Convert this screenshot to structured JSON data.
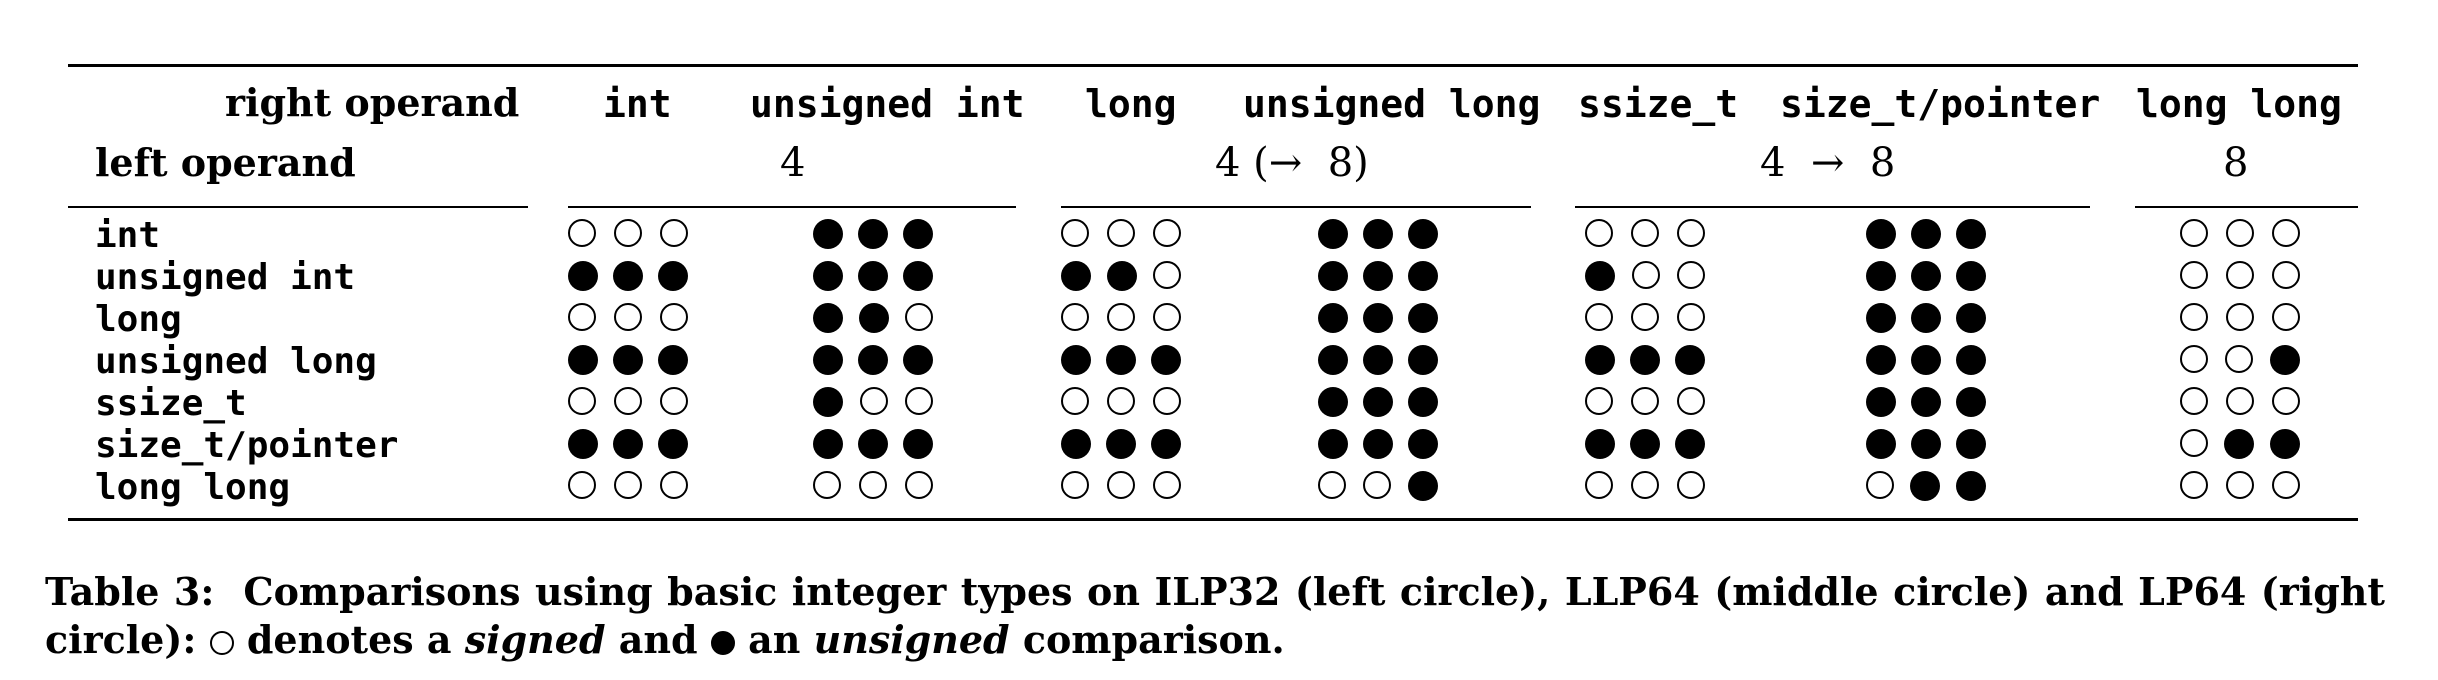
{
  "header": {
    "right_operand_label": "right operand",
    "left_operand_label": "left operand",
    "columns": [
      "int",
      "unsigned int",
      "long",
      "unsigned long",
      "ssize_t",
      "size_t/pointer",
      "long long"
    ],
    "groups": [
      {
        "size": "4",
        "columns": [
          "int",
          "unsigned int"
        ]
      },
      {
        "size": "4 (→  8)",
        "columns": [
          "long",
          "unsigned long"
        ]
      },
      {
        "size": "4  →  8",
        "columns": [
          "ssize_t",
          "size_t/pointer"
        ]
      },
      {
        "size": "8",
        "columns": [
          "long long"
        ]
      }
    ]
  },
  "legend": {
    "signed": "open circle",
    "unsigned": "filled circle"
  },
  "rows": [
    {
      "label": "int",
      "cells": [
        "ooo",
        "uuu",
        "ooo",
        "uuu",
        "ooo",
        "uuu",
        "ooo"
      ]
    },
    {
      "label": "unsigned int",
      "cells": [
        "uuu",
        "uuu",
        "uuo",
        "uuu",
        "uoo",
        "uuu",
        "ooo"
      ]
    },
    {
      "label": "long",
      "cells": [
        "ooo",
        "uuo",
        "ooo",
        "uuu",
        "ooo",
        "uuu",
        "ooo"
      ]
    },
    {
      "label": "unsigned long",
      "cells": [
        "uuu",
        "uuu",
        "uuu",
        "uuu",
        "uuu",
        "uuu",
        "oou"
      ]
    },
    {
      "label": "ssize_t",
      "cells": [
        "ooo",
        "uoo",
        "ooo",
        "uuu",
        "ooo",
        "uuu",
        "ooo"
      ]
    },
    {
      "label": "size_t/pointer",
      "cells": [
        "uuu",
        "uuu",
        "uuu",
        "uuu",
        "uuu",
        "uuu",
        "ouu"
      ]
    },
    {
      "label": "long long",
      "cells": [
        "ooo",
        "ooo",
        "ooo",
        "oou",
        "ooo",
        "ouu",
        "ooo"
      ]
    }
  ],
  "caption": {
    "prefix": "Table 3:",
    "text1": "Comparisons using basic integer types on ILP32 (left circle), LLP64 (middle circle) and LP64 (right circle):",
    "text2": "denotes a",
    "signed_word": "signed",
    "text3": "and",
    "text4": "an",
    "unsigned_word": "unsigned",
    "text5": "comparison."
  }
}
